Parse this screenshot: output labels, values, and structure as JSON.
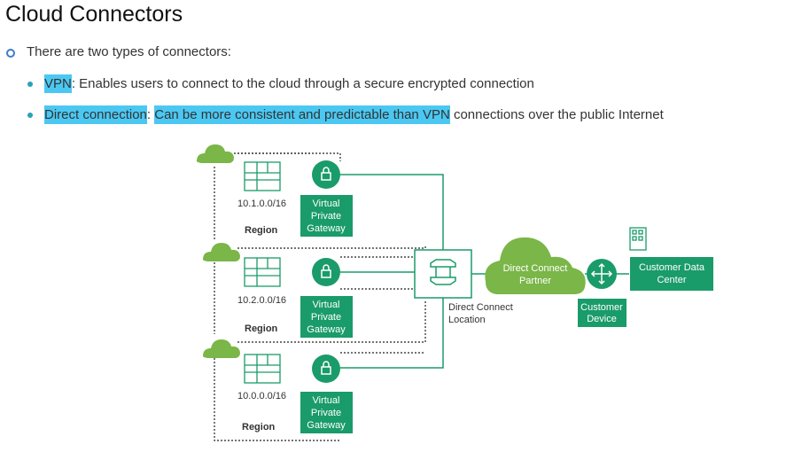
{
  "title": "Cloud Connectors",
  "bullet_main": "There are two types of connectors:",
  "bullets": [
    {
      "term": "VPN",
      "text": ": Enables users to connect to the cloud through a secure encrypted connection"
    },
    {
      "term": "Direct connection",
      "sep": ": ",
      "text_hl": "Can be more consistent and predictable than VPN",
      "text": " connections over the public Internet"
    }
  ],
  "diagram": {
    "regions": [
      {
        "cidr": "10.1.0.0/16",
        "label": "Region",
        "gateway": [
          "Virtual",
          "Private",
          "Gateway"
        ]
      },
      {
        "cidr": "10.2.0.0/16",
        "label": "Region",
        "gateway": [
          "Virtual",
          "Private",
          "Gateway"
        ]
      },
      {
        "cidr": "10.0.0.0/16",
        "label": "Region",
        "gateway": [
          "Virtual",
          "Private",
          "Gateway"
        ]
      }
    ],
    "dc_location": [
      "Direct Connect",
      "Location"
    ],
    "dc_partner": [
      "Direct Connect",
      "Partner"
    ],
    "customer_device": [
      "Customer",
      "Device"
    ],
    "customer_dc": [
      "Customer Data",
      "Center"
    ],
    "colors": {
      "green": "#22a16b",
      "cloud": "#7ab648",
      "line": "#1a9b6a"
    }
  }
}
